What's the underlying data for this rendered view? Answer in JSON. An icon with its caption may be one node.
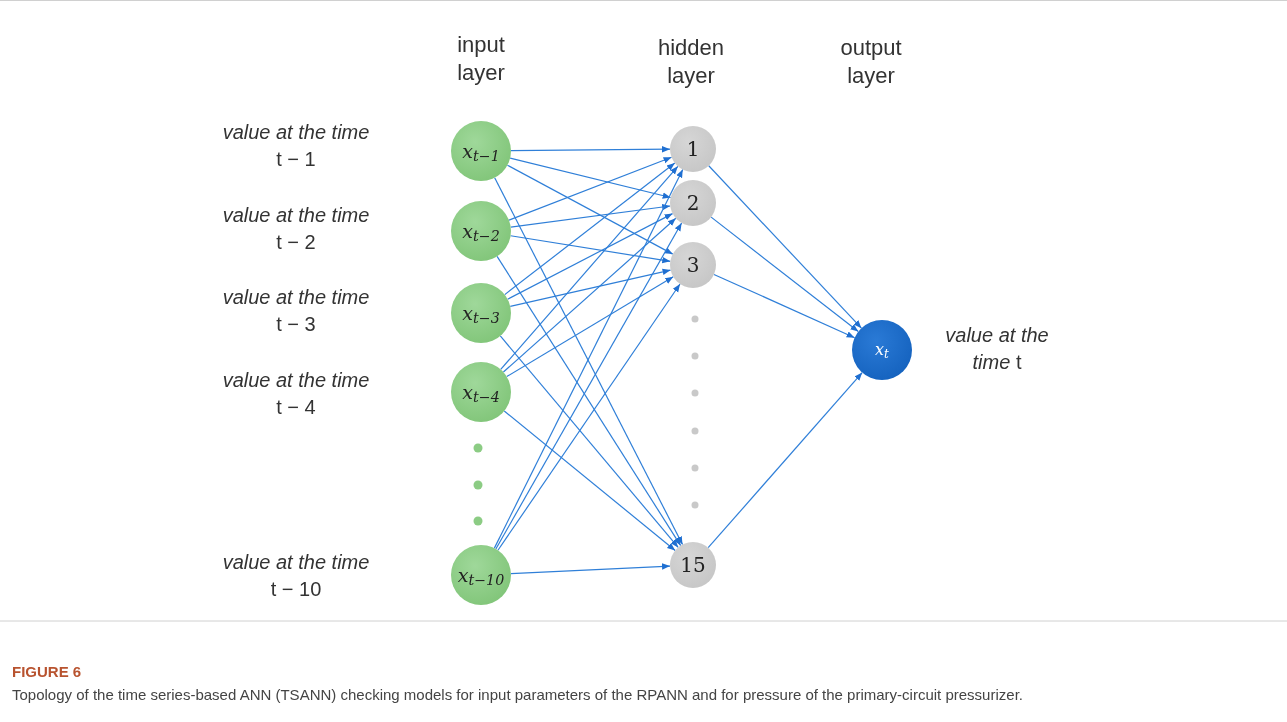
{
  "diagram": {
    "title": "FIGURE 6",
    "caption": "Topology of the time series-based ANN (TSANN) checking models for input parameters of the RPANN and for pressure of the primary-circuit pressurizer.",
    "nodes": [
      {
        "text": [
          "x$_{t−1}$"
        ]
      },
      {
        "text": [
          "x$_{t−2}$"
        ]
      },
      {
        "text": [
          "x$_{t−3}$"
        ]
      },
      {
        "text": [
          "x$_{t−4}$"
        ]
      },
      {
        "text": [
          "x$_{t−10}$"
        ]
      },
      {
        "text": [
          "1"
        ]
      },
      {
        "text": [
          "2"
        ]
      },
      {
        "text": [
          "3"
        ]
      },
      {
        "text": [
          "15"
        ]
      },
      {
        "text": [
          "x$_{t}$"
        ],
        "beside": [
          "*value at the time* t"
        ]
      }
    ],
    "edges": [
      {
        "from": 0,
        "to": 5,
        "arrow": "to"
      },
      {
        "from": 0,
        "to": 6,
        "arrow": "to"
      },
      {
        "from": 0,
        "to": 7,
        "arrow": "to"
      },
      {
        "from": 0,
        "to": 8,
        "arrow": "to"
      },
      {
        "from": 1,
        "to": 5,
        "arrow": "to"
      },
      {
        "from": 1,
        "to": 6,
        "arrow": "to"
      },
      {
        "from": 1,
        "to": 7,
        "arrow": "to"
      },
      {
        "from": 1,
        "to": 8,
        "arrow": "to"
      },
      {
        "from": 2,
        "to": 5,
        "arrow": "to"
      },
      {
        "from": 2,
        "to": 6,
        "arrow": "to"
      },
      {
        "from": 2,
        "to": 7,
        "arrow": "to"
      },
      {
        "from": 2,
        "to": 8,
        "arrow": "to"
      },
      {
        "from": 3,
        "to": 5,
        "arrow": "to"
      },
      {
        "from": 3,
        "to": 6,
        "arrow": "to"
      },
      {
        "from": 3,
        "to": 7,
        "arrow": "to"
      },
      {
        "from": 3,
        "to": 8,
        "arrow": "to"
      },
      {
        "from": 4,
        "to": 5,
        "arrow": "to"
      },
      {
        "from": 4,
        "to": 6,
        "arrow": "to"
      },
      {
        "from": 4,
        "to": 7,
        "arrow": "to"
      },
      {
        "from": 4,
        "to": 8,
        "arrow": "to"
      },
      {
        "from": 5,
        "to": 9,
        "arrow": "to"
      },
      {
        "from": 6,
        "to": 9,
        "arrow": "to"
      },
      {
        "from": 7,
        "to": 9,
        "arrow": "to"
      },
      {
        "from": 8,
        "to": 9,
        "arrow": "to"
      }
    ],
    "labels": [
      "input layer",
      "hidden layer",
      "output layer",
      "*value at the time* t − 1",
      "*value at the time* t − 2",
      "*value at the time* t − 3",
      "*value at the time* t − 4",
      "*value at the time* t − 10"
    ]
  }
}
